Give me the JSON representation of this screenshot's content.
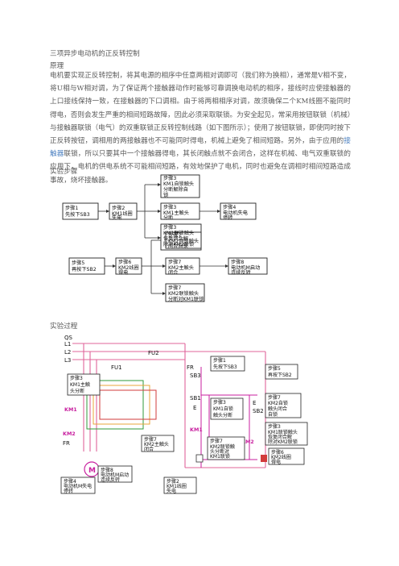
{
  "title": "三项异步电动机的正反转控制",
  "sections": {
    "principle": "原理",
    "steps": "实验步骤",
    "process": "实验过程"
  },
  "paragraph": {
    "p1": "电机要实现正反转控制，将其电源的相序中任意两相对调即可（我们称为换相），通常是V相不变，将U相与W相对调，为了保证两个接触器动作时能够可靠调换电动机的相序，接线时应使接触器的上口接线保持一致，在接触器的下口调相。由于将两相相序对调，故须确保二个KM线圈不能同时得电，否则会发生严重的相间短路故障，因此必须采取联锁。为安全起见，常采用按钮联锁（机械）与接触器联锁（电气）的双重联锁正反转控制线路（如下图所示）；使用了按钮联锁，即使同时按下正反转按钮，调相用的两接触器也不可能同时得电，机械上避免了相间短路。另外，由于应用的",
    "link": "接触器",
    "p2": "联锁，所以只要其中一个接触器得电，其长闭触点就不会闭合，这样在机械、电气双重联锁的应用下，电机的供电系统不可能相间短路，有效地保护了电机，同时也避免在调相时相间短路造成事故，烧坏接触器。"
  },
  "flow": {
    "step1": [
      "步骤1",
      "先按下SB3"
    ],
    "step2": [
      "步骤2",
      "KM1线圈",
      "失电"
    ],
    "step3a": [
      "步骤3",
      "KM1自锁触头",
      "分断解除自",
      "锁"
    ],
    "step3b": [
      "步骤3",
      "KM1主触头",
      "分断"
    ],
    "step3c": [
      "步骤3",
      "KM1联锁触头",
      "恢复闭合解",
      "除对KM2联锁"
    ],
    "step4": [
      "步骤4",
      "电动机失电",
      "停转"
    ],
    "step5": [
      "步骤5",
      "再按下SB2"
    ],
    "step6": [
      "步骤6",
      "KM2线圈",
      "得电"
    ],
    "step7a": [
      "步骤7",
      "KM2自锁触头",
      "闭合自锁"
    ],
    "step7b": [
      "步骤7",
      "KM2主触头",
      "闭合"
    ],
    "step7c": [
      "步骤7",
      "KM2联锁触头",
      "分断对KM1联锁"
    ],
    "step8": [
      "步骤8",
      "电动机M启动",
      "连续反转"
    ]
  },
  "circuit": {
    "labels": {
      "QS": "QS",
      "L1": "L1",
      "L2": "L2",
      "L3": "L3",
      "FU1": "FU1",
      "FU2": "FU2",
      "FR_main": "FR",
      "FR_ctrl": "FR",
      "SB3": "SB3",
      "SB1": "SB1",
      "SB2": "SB2",
      "KM1": "KM1",
      "KM2": "KM2",
      "M": "M",
      "E1": "E",
      "E2": "E"
    },
    "notes": {
      "s1": [
        "步骤1",
        "先按下SB3"
      ],
      "s5": [
        "步骤5",
        "再按下SB2"
      ],
      "s3a": [
        "步骤3",
        "KM1主触",
        "头分断"
      ],
      "s3b": [
        "步骤3",
        "KM1自锁",
        "触头分断"
      ],
      "s7a": [
        "步骤7",
        "KM2自锁",
        "触头闭合",
        "自锁"
      ],
      "s3c": [
        "步骤3",
        "KM1联锁触头",
        "恢复闭合解",
        "除对KM2联锁"
      ],
      "s7b": [
        "步骤7",
        "KM2主触头",
        "闭合"
      ],
      "s7c": [
        "步骤7",
        "KM2联锁触",
        "头分断对",
        "KM1联锁"
      ],
      "s6": [
        "步骤6",
        "KM2线圈",
        "得电"
      ],
      "s8": [
        "步骤8",
        "电动机M启动",
        "连续反转"
      ],
      "s4": [
        "步骤4",
        "电动机M失电",
        "停转"
      ],
      "s2": [
        "步骤2",
        "KM1线圈",
        "失电"
      ]
    }
  },
  "colors": {
    "note_fill": "#ffffff",
    "note_border": "#333333",
    "wire_pink": "#e0649a",
    "wire_green": "#2f9a3a",
    "wire_orange": "#e8a43a",
    "wire_red": "#d23b3b",
    "label_magenta": "#c81f9f"
  }
}
